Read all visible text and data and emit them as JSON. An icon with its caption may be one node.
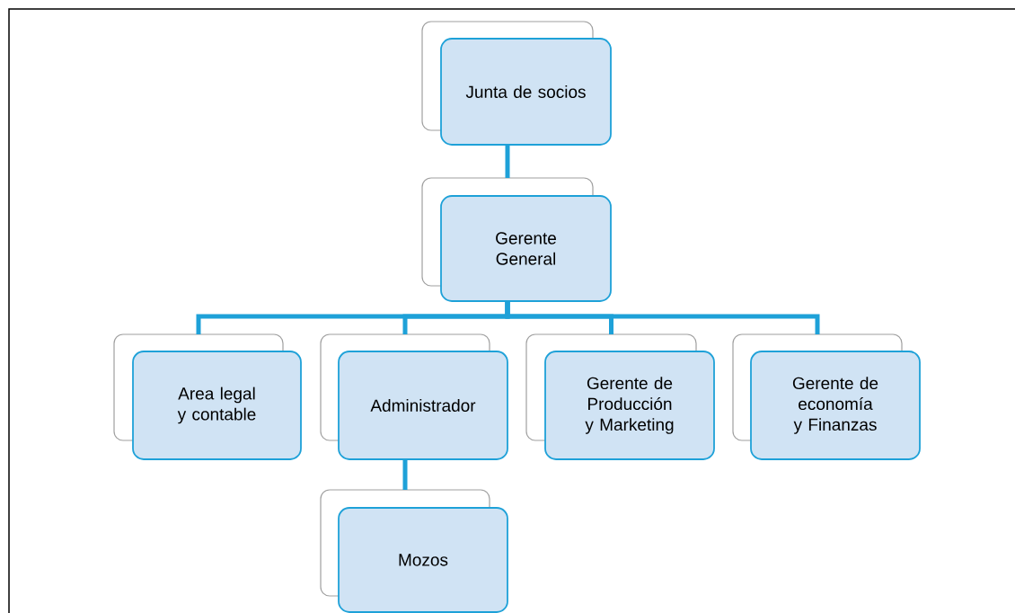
{
  "diagram": {
    "nodes": [
      {
        "text": [
          "Junta de socios"
        ]
      },
      {
        "text": [
          "Gerente General"
        ]
      },
      {
        "text": [
          "Area legal y contable"
        ]
      },
      {
        "text": [
          "Administrador"
        ]
      },
      {
        "text": [
          "Gerente de Producción y Marketing"
        ]
      },
      {
        "text": [
          "Gerente de economía y Finanzas"
        ]
      },
      {
        "text": [
          "Mozos"
        ]
      }
    ],
    "edges": [
      {
        "from": 0,
        "to": 1,
        "arrow": "none"
      },
      {
        "from": 1,
        "to": 2,
        "arrow": "none"
      },
      {
        "from": 1,
        "to": 3,
        "arrow": "none"
      },
      {
        "from": 1,
        "to": 4,
        "arrow": "none"
      },
      {
        "from": 1,
        "to": 5,
        "arrow": "none"
      },
      {
        "from": 3,
        "to": 6,
        "arrow": "none"
      }
    ]
  }
}
